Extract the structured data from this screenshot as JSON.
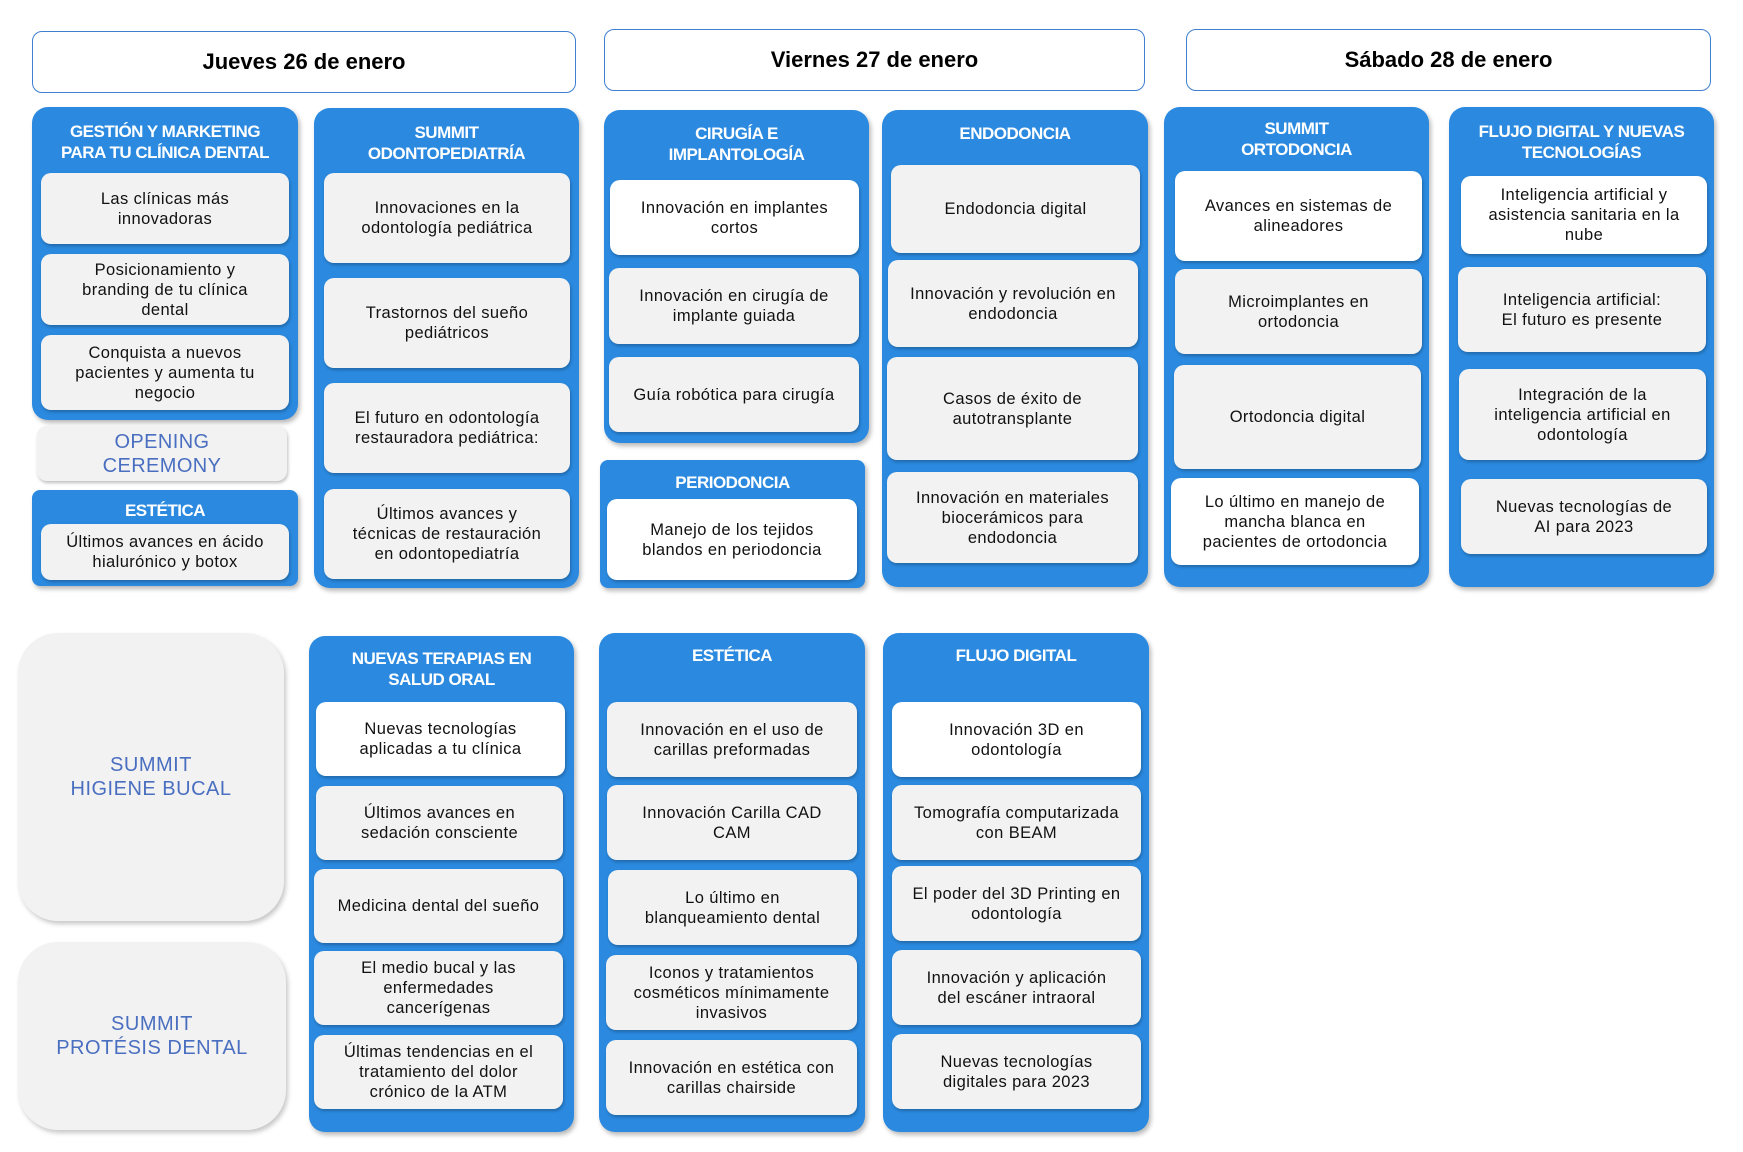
{
  "days": {
    "thursday": "Jueves 26 de enero",
    "friday": "Viernes 27 de enero",
    "saturday": "Sábado 28 de enero"
  },
  "gestion": {
    "title": "GESTIÓN Y MARKETING\nPARA TU  CLÍNICA DENTAL",
    "items": [
      "Las clínicas más\ninnovadoras",
      "Posicionamiento  y\nbranding de tu clínica\ndental",
      "Conquista a nuevos\npacientes y aumenta tu\nnegocio"
    ]
  },
  "opening": "OPENING\nCEREMONY",
  "estetica_jueves": {
    "title": "ESTÉTICA",
    "items": [
      "Últimos avances en ácido\nhialurónico y botox"
    ]
  },
  "odontopediatria": {
    "title": "SUMMIT\nODONTOPEDIATRÍA",
    "items": [
      "Innovaciones en la\nodontología  pediátrica",
      "Trastornos del sueño\npediátricos",
      "El futuro  en odontología\nrestauradora pediátrica:",
      "Últimos avances y\ntécnicas de restauración\nen odontopediatría"
    ]
  },
  "cirugia": {
    "title": "CIRUGÍA E\nIMPLANTOLOGÍA",
    "items": [
      "Innovación en implantes\ncortos",
      "Innovación en cirugía de\nimplante guiada",
      "Guía robótica para cirugía"
    ]
  },
  "periodoncia": {
    "title": "PERIODONCIA",
    "items": [
      "Manejo de los tejidos\nblandos en periodoncia"
    ]
  },
  "endodoncia": {
    "title": "ENDODONCIA",
    "items": [
      "Endodoncia digital",
      "Innovación y revolución en\nendodoncia",
      "Casos de éxito de\nautotransplante",
      "Innovación en materiales\nbiocerámicos para\nendodoncia"
    ]
  },
  "ortodoncia": {
    "title": "SUMMIT\nORTODONCIA",
    "items": [
      "Avances en sistemas de\nalineadores",
      "Microimplantes en\nortodoncia",
      "Ortodoncia digital",
      "Lo último en manejo de\nmancha blanca en\npacientes de ortodoncia"
    ]
  },
  "flujo_digital_nuevas": {
    "title": "FLUJO DIGITAL Y NUEVAS\nTECNOLOGÍAS",
    "items": [
      "Inteligencia artificial y\nasistencia sanitaria en la\nnube",
      "Inteligencia artificial:\nEl futuro es presente",
      "Integración  de la\ninteligencia artificial en\nodontología",
      "Nuevas tecnologías de\nAI para 2023"
    ]
  },
  "summit_higiene": "SUMMIT\nHIGIENE BUCAL",
  "summit_protesis": "SUMMIT\nPROTÉSIS DENTAL",
  "terapias": {
    "title": "NUEVAS TERAPIAS EN\nSALUD ORAL",
    "items": [
      "Nuevas tecnologías\naplicadas a tu clínica",
      "Últimos avances en\nsedación consciente",
      "Medicina dental del sueño",
      "El medio bucal y las\nenfermedades\ncancerígenas",
      "Últimas tendencias en el\ntratamiento del dolor\ncrónico de la ATM"
    ]
  },
  "estetica_viernes": {
    "title": "ESTÉTICA",
    "items": [
      "Innovación en el uso de\ncarillas preformadas",
      "Innovación Carilla CAD\nCAM",
      "Lo último en\nblanqueamiento  dental",
      "Iconos y tratamientos\ncosméticos mínimamente\ninvasivos",
      "Innovación en estética con\ncarillas chairside"
    ]
  },
  "flujo_digital": {
    "title": "FLUJO DIGITAL",
    "items": [
      "Innovación 3D en\nodontología",
      "Tomografía  computarizada\ncon BEAM",
      "El poder del 3D Printing en\nodontología",
      "Innovación y aplicación\ndel escáner intraoral",
      "Nuevas tecnologías\ndigitales para 2023"
    ]
  }
}
